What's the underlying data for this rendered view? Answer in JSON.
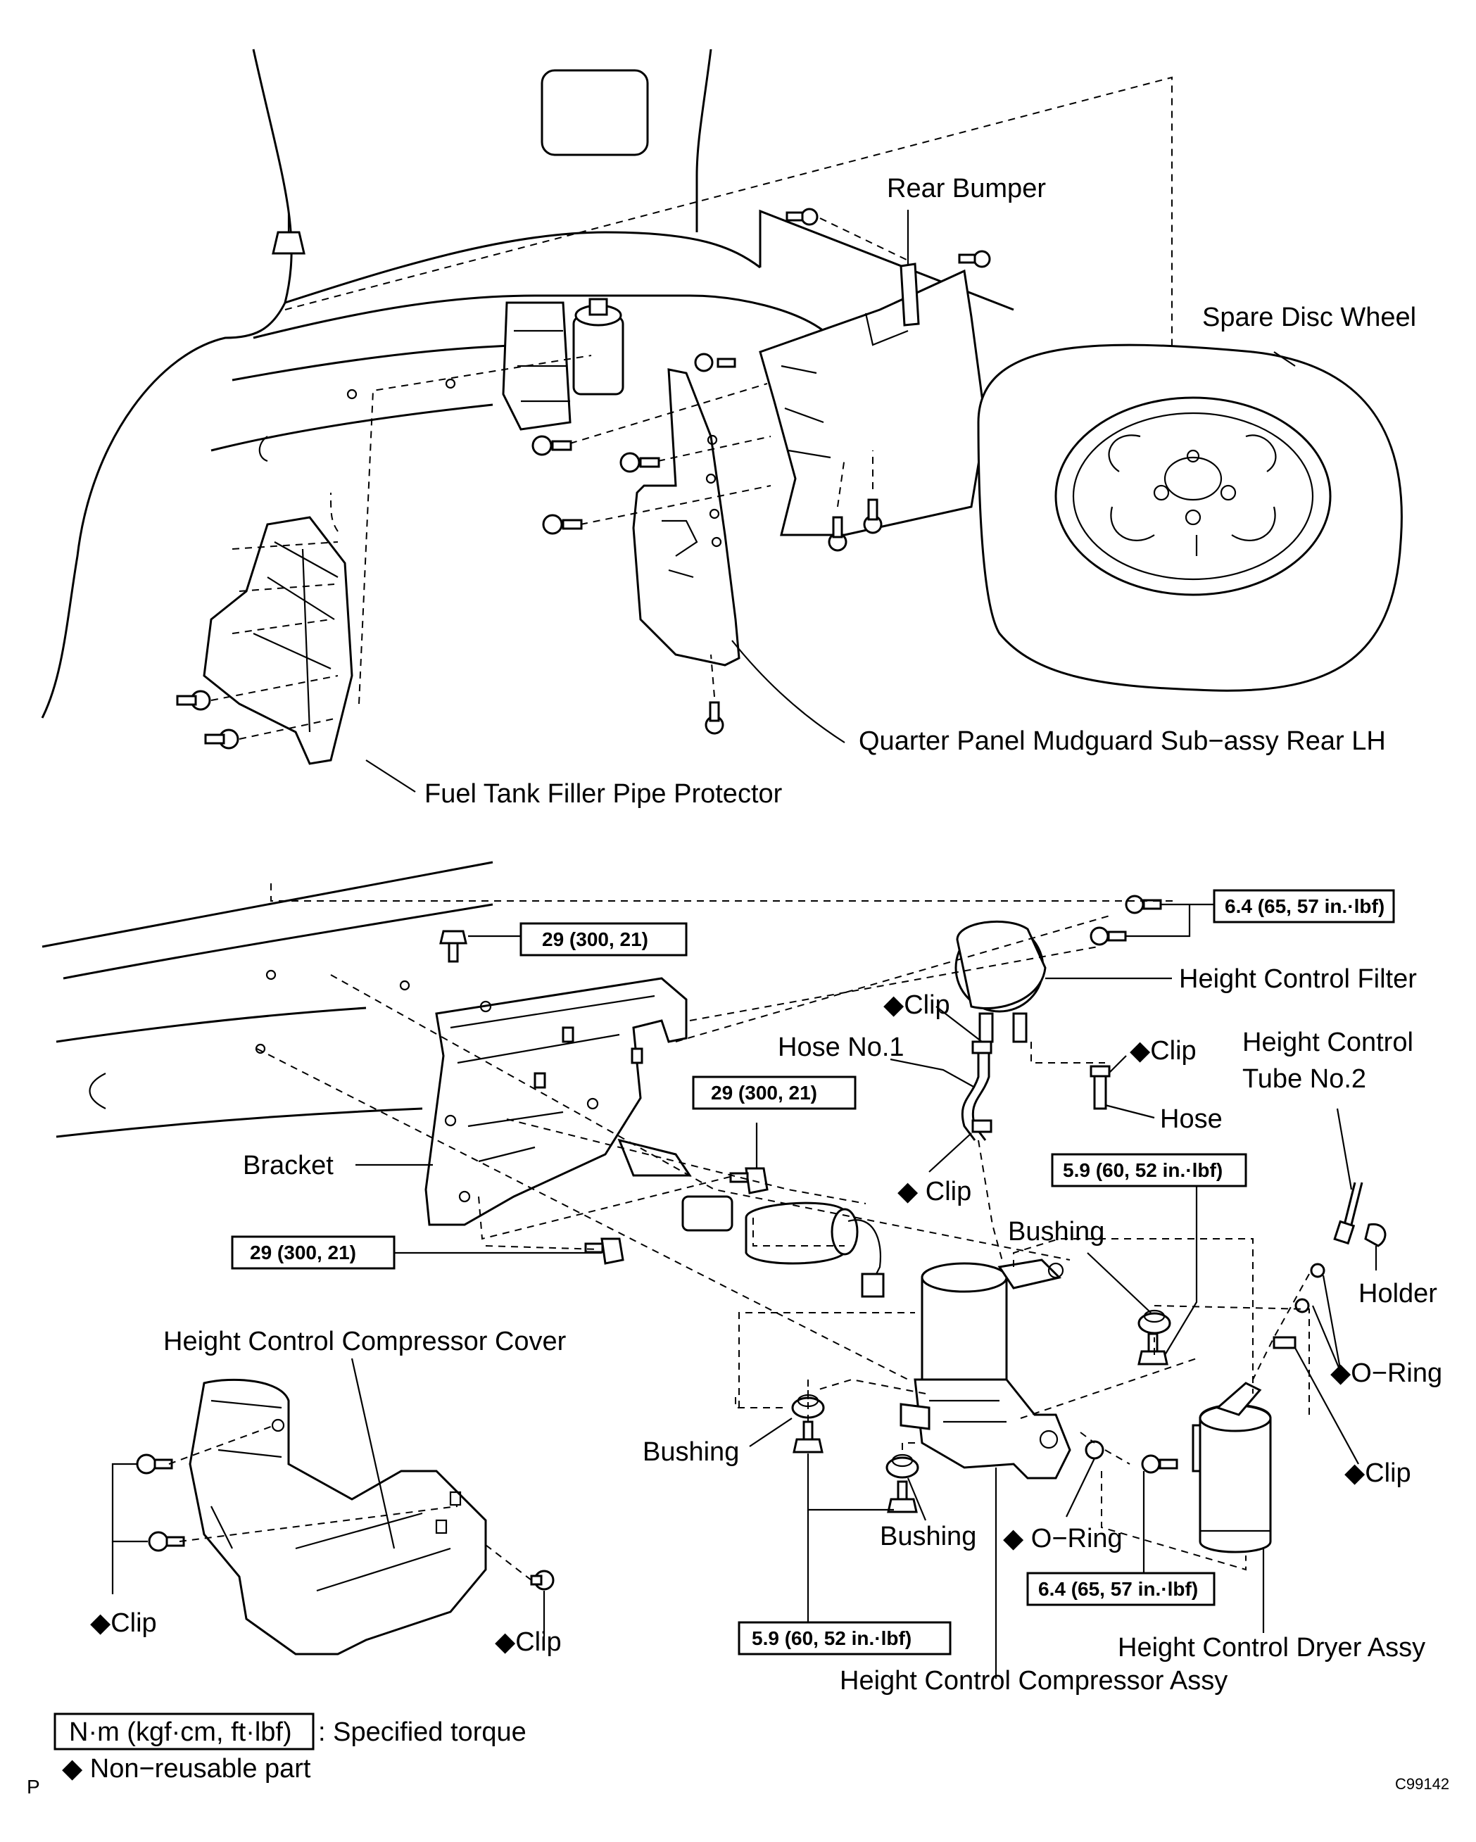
{
  "labels": {
    "rear_bumper": "Rear Bumper",
    "spare_disc_wheel": "Spare Disc Wheel",
    "quarter_panel_mudguard": "Quarter Panel Mudguard Sub−assy Rear LH",
    "fuel_tank_filler_pipe_protector": "Fuel Tank Filler Pipe Protector",
    "height_control_filter": "Height Control Filter",
    "clip": "◆Clip",
    "clip_spaced": "◆ Clip",
    "hose_no1": "Hose No.1",
    "hose": "Hose",
    "height_control_tube_no2_line1": "Height Control",
    "height_control_tube_no2_line2": "Tube No.2",
    "holder": "Holder",
    "bracket": "Bracket",
    "bushing": "Bushing",
    "o_ring": "◆O−Ring",
    "o_ring_spaced": "◆ O−Ring",
    "height_control_compressor_cover": "Height Control Compressor Cover",
    "height_control_dryer_assy": "Height Control Dryer Assy",
    "height_control_compressor_assy": "Height Control Compressor Assy"
  },
  "torque_specs": {
    "filter_bolts": "6.4 (65, 57 in.·lbf)",
    "bracket_top_bolt": "29 (300, 21)",
    "bracket_mid_bolt": "29 (300, 21)",
    "bracket_lower_bolt": "29 (300, 21)",
    "compressor_right_bolt": "5.9 (60, 52 in.·lbf)",
    "compressor_left_bolts": "5.9 (60, 52 in.·lbf)",
    "dryer_bolt": "6.4 (65, 57 in.·lbf)"
  },
  "legend": {
    "torque_unit": "N·m (kgf·cm, ft·lbf)",
    "torque_desc": ": Specified torque",
    "non_reusable": "◆ Non−reusable part"
  },
  "footer": {
    "page_marker": "P",
    "figure_code": "C99142"
  }
}
